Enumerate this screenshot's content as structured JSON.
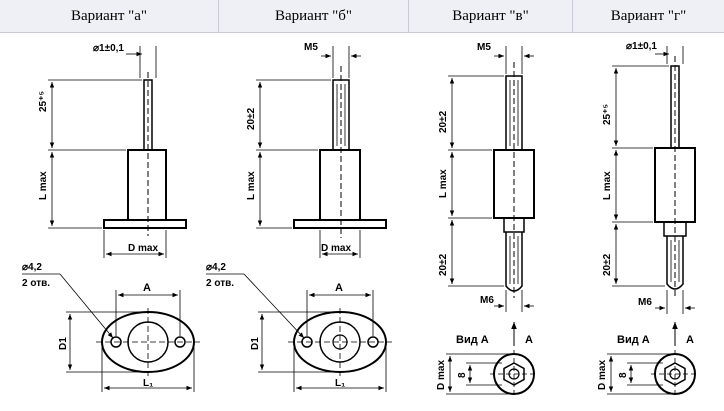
{
  "header": {
    "variant_a": "Вариант \"а\"",
    "variant_b": "Вариант \"б\"",
    "variant_v": "Вариант \"в\"",
    "variant_g": "Вариант \"г\""
  },
  "variant_a": {
    "diameter_label": "⌀1±0,1",
    "pin_length_label": "25⁺⁵",
    "body_length_label": "L max",
    "base_width_label": "D max",
    "hole_label": "⌀4,2",
    "hole_count_label": "2 отв.",
    "plate_width_label": "A",
    "plate_height_label": "D1",
    "overall_length_label": "L₁"
  },
  "variant_b": {
    "thread_label": "M5",
    "pin_length_label": "20±2",
    "body_length_label": "L max",
    "base_width_label": "D max",
    "hole_label": "⌀4,2",
    "hole_count_label": "2 отв.",
    "plate_width_label": "A",
    "plate_height_label": "D1",
    "overall_length_label": "L₁"
  },
  "variant_v": {
    "thread_label": "M5",
    "pin_length_label": "20±2",
    "body_length_label": "L max",
    "bottom_length_label": "20±2",
    "bottom_thread_label": "M6",
    "view_label": "Вид А",
    "arrow_label": "A",
    "body_width_label": "D max",
    "hex_label": "8"
  },
  "variant_g": {
    "diameter_label": "⌀1±0,1",
    "pin_length_label": "25⁺⁵",
    "body_length_label": "L max",
    "bottom_length_label": "20±2",
    "bottom_thread_label": "M6",
    "view_label": "Вид А",
    "arrow_label": "A",
    "body_width_label": "D max",
    "hex_label": "8"
  }
}
